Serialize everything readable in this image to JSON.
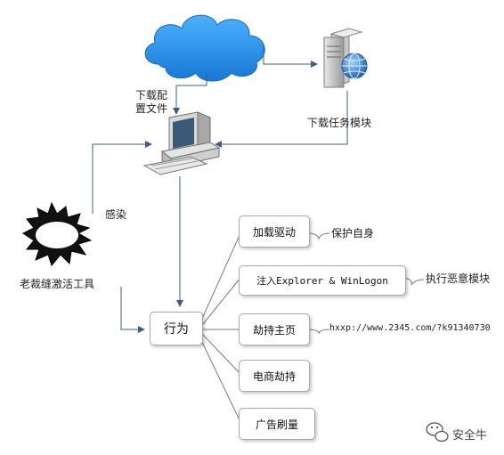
{
  "labels": {
    "download_config": [
      "下载配",
      "置文件"
    ],
    "download_module": "下载任务模块",
    "infect": "感染",
    "tool": "老裁缝激活工具"
  },
  "central": "行为",
  "behaviors": [
    {
      "label": "加载驱动",
      "detail": "保护自身"
    },
    {
      "label": "注入Explorer & WinLogon",
      "detail": "执行恶意模块"
    },
    {
      "label": "劫持主页",
      "detail": "hxxp://www.2345.com/?k91340730"
    },
    {
      "label": "电商劫持",
      "detail": ""
    },
    {
      "label": "广告刷量",
      "detail": ""
    }
  ],
  "watermark": "安全牛",
  "colors": {
    "arrow": "#3b5f8a",
    "branch": "#7a7a7a",
    "cloud": "#1e8fe8",
    "box_border": "#a9a9a9"
  },
  "icons": [
    "cloud-icon",
    "server-globe-icon",
    "computer-icon",
    "explosion-icon",
    "wechat-icon"
  ]
}
